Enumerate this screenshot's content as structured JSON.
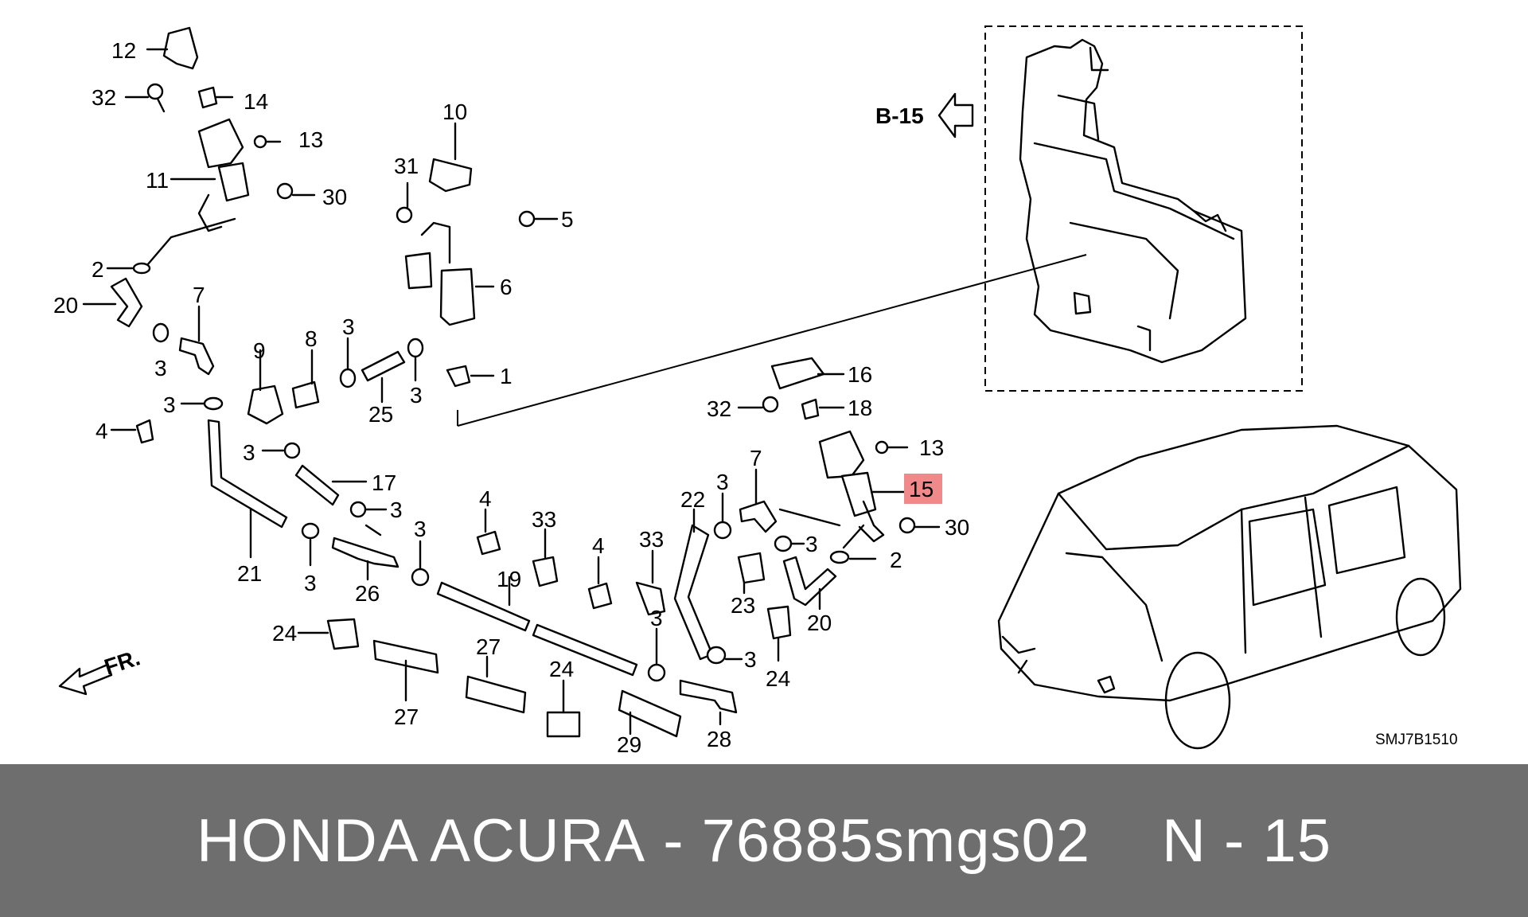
{
  "diagram": {
    "code": "SMJ7B1510",
    "ref": "B-15",
    "fr": "FR.",
    "highlight": "15",
    "labels": {
      "l12": "12",
      "l32a": "32",
      "l14": "14",
      "l13a": "13",
      "l11": "11",
      "l30a": "30",
      "l2a": "2",
      "l20a": "20",
      "l7a": "7",
      "l3a": "3",
      "l3b": "3",
      "l4a": "4",
      "l10": "10",
      "l31": "31",
      "l5": "5",
      "l6": "6",
      "l1": "1",
      "l9": "9",
      "l8": "8",
      "l3c": "3",
      "l25": "25",
      "l3d": "3",
      "l3e": "3",
      "l17": "17",
      "l3f": "3",
      "l21": "21",
      "l3g": "3",
      "l26": "26",
      "l3h": "3",
      "l4b": "4",
      "l19": "19",
      "l33a": "33",
      "l4c": "4",
      "l33b": "33",
      "l24a": "24",
      "l27a": "27",
      "l27b": "27",
      "l24b": "24",
      "l29": "29",
      "l22": "22",
      "l3i": "3",
      "l7b": "7",
      "l3j": "3",
      "l23": "23",
      "l24c": "24",
      "l3k": "3",
      "l28": "28",
      "l20b": "20",
      "l3l": "3",
      "l16": "16",
      "l32b": "32",
      "l18": "18",
      "l13b": "13",
      "l15": "15",
      "l30b": "30",
      "l2b": "2"
    }
  },
  "footer": {
    "brand": "HONDA ACURA",
    "sep": "-",
    "part_number": "76885smgs02",
    "ref": "N - 15"
  }
}
